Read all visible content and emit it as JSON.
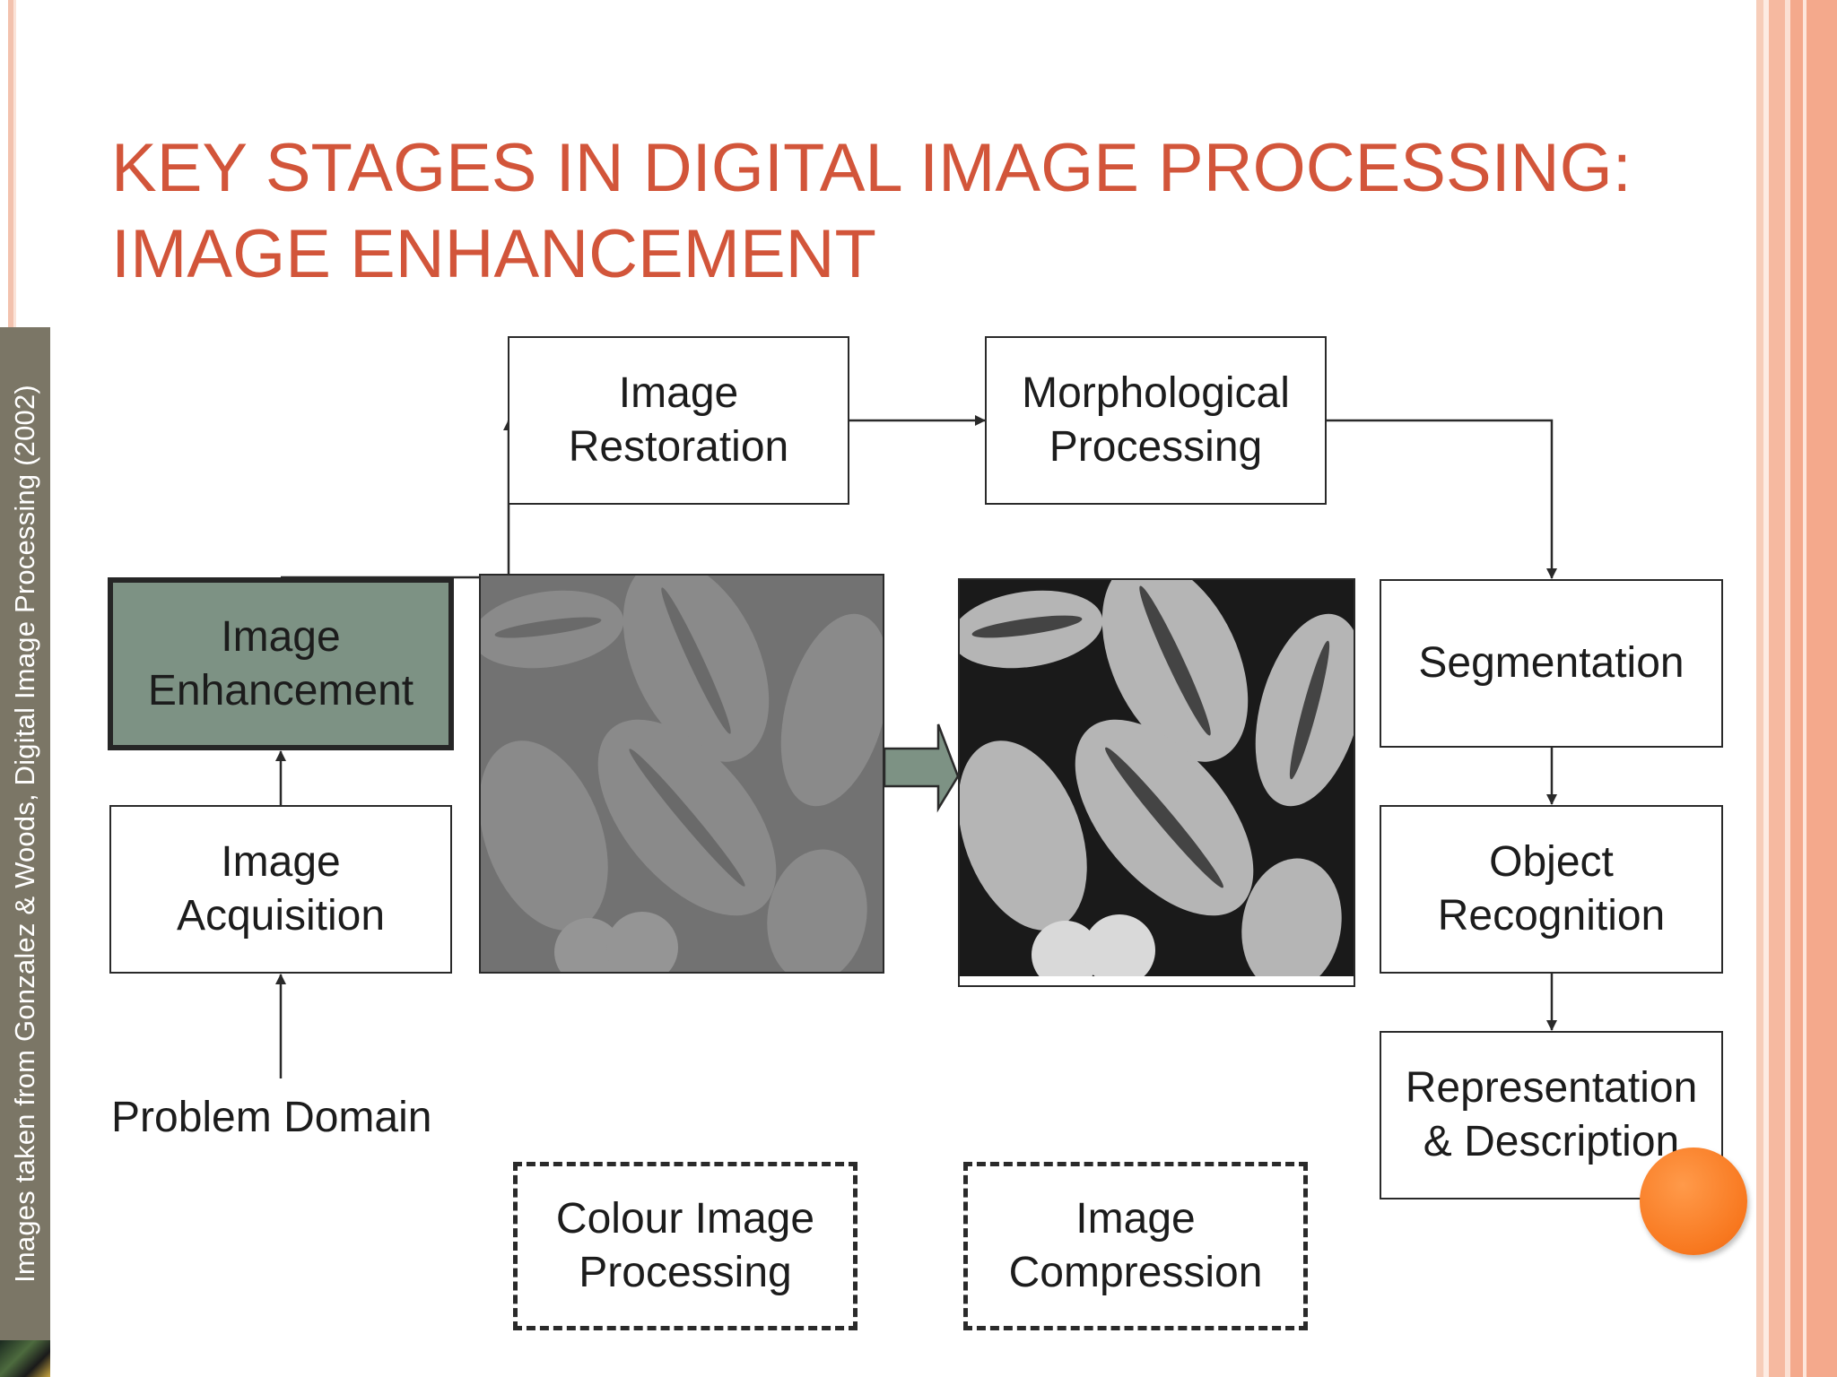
{
  "slide": {
    "title_lines": [
      "KEY STAGES IN DIGITAL IMAGE PROCESSING:",
      "IMAGE ENHANCEMENT"
    ],
    "credit": "Images taken from Gonzalez & Woods, Digital Image Processing (2002)",
    "title_color": "#d2553a",
    "active_fill": "#7d9284"
  },
  "diagram": {
    "problem_domain": "Problem Domain",
    "nodes": {
      "restoration": "Image\nRestoration",
      "morphological": "Morphological\nProcessing",
      "enhancement": "Image\nEnhancement",
      "acquisition": "Image\nAcquisition",
      "segmentation": "Segmentation",
      "recognition": "Object\nRecognition",
      "representation": "Representation\n& Description",
      "colour": "Colour Image\nProcessing",
      "compression": "Image\nCompression"
    }
  }
}
